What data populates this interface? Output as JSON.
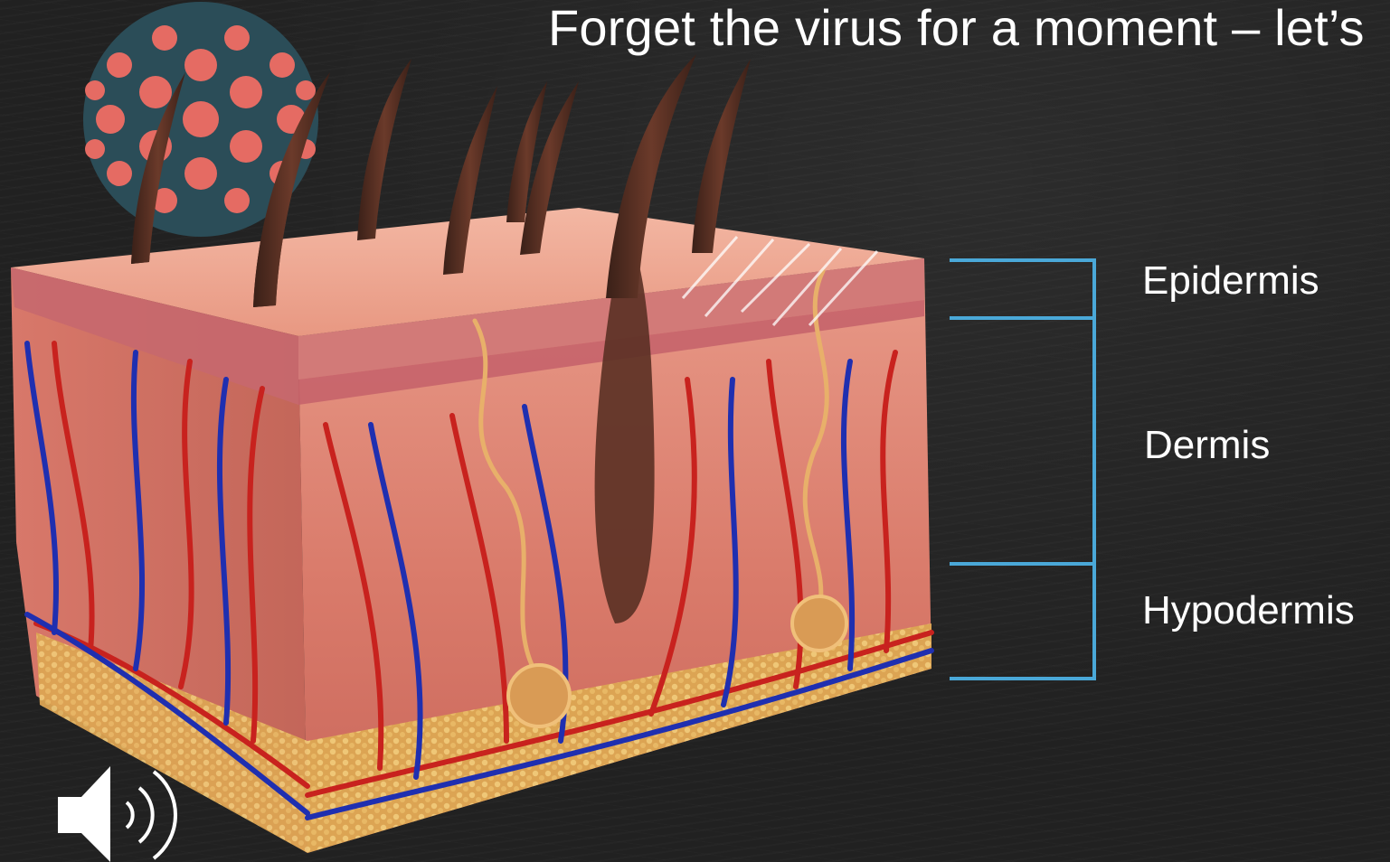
{
  "slide": {
    "title": "Forget the virus for a moment – let’s"
  },
  "diagram": {
    "layers": [
      {
        "name": "Epidermis"
      },
      {
        "name": "Dermis"
      },
      {
        "name": "Hypodermis"
      }
    ],
    "bracket_color": "#4aa8d8"
  },
  "icons": {
    "virus": "virus-particle-icon",
    "audio": "speaker-icon"
  }
}
